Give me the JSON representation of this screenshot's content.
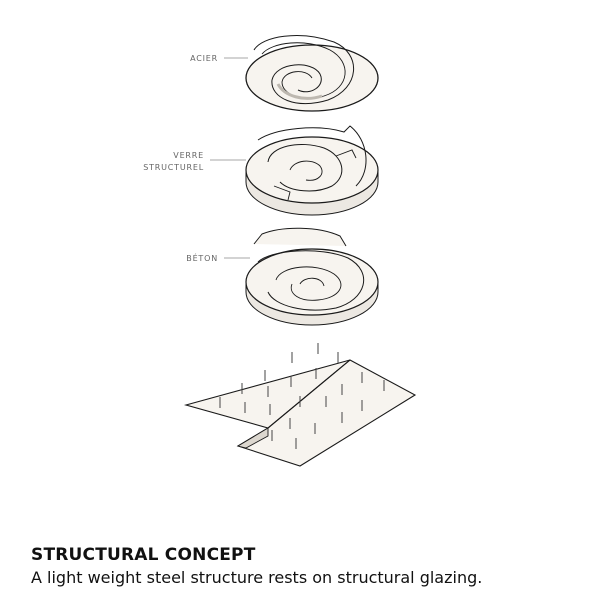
{
  "labels": {
    "acier": "ACIER",
    "verre_line1": "VERRE",
    "verre_line2": "STRUCTUREL",
    "beton": "BÉTON"
  },
  "caption": {
    "title": "STRUCTURAL CONCEPT",
    "text": "A light weight steel structure rests on structural glazing."
  },
  "colors": {
    "surface": "#f7f4ef",
    "side": "#e9e5df",
    "stroke": "#1a1a1a"
  }
}
